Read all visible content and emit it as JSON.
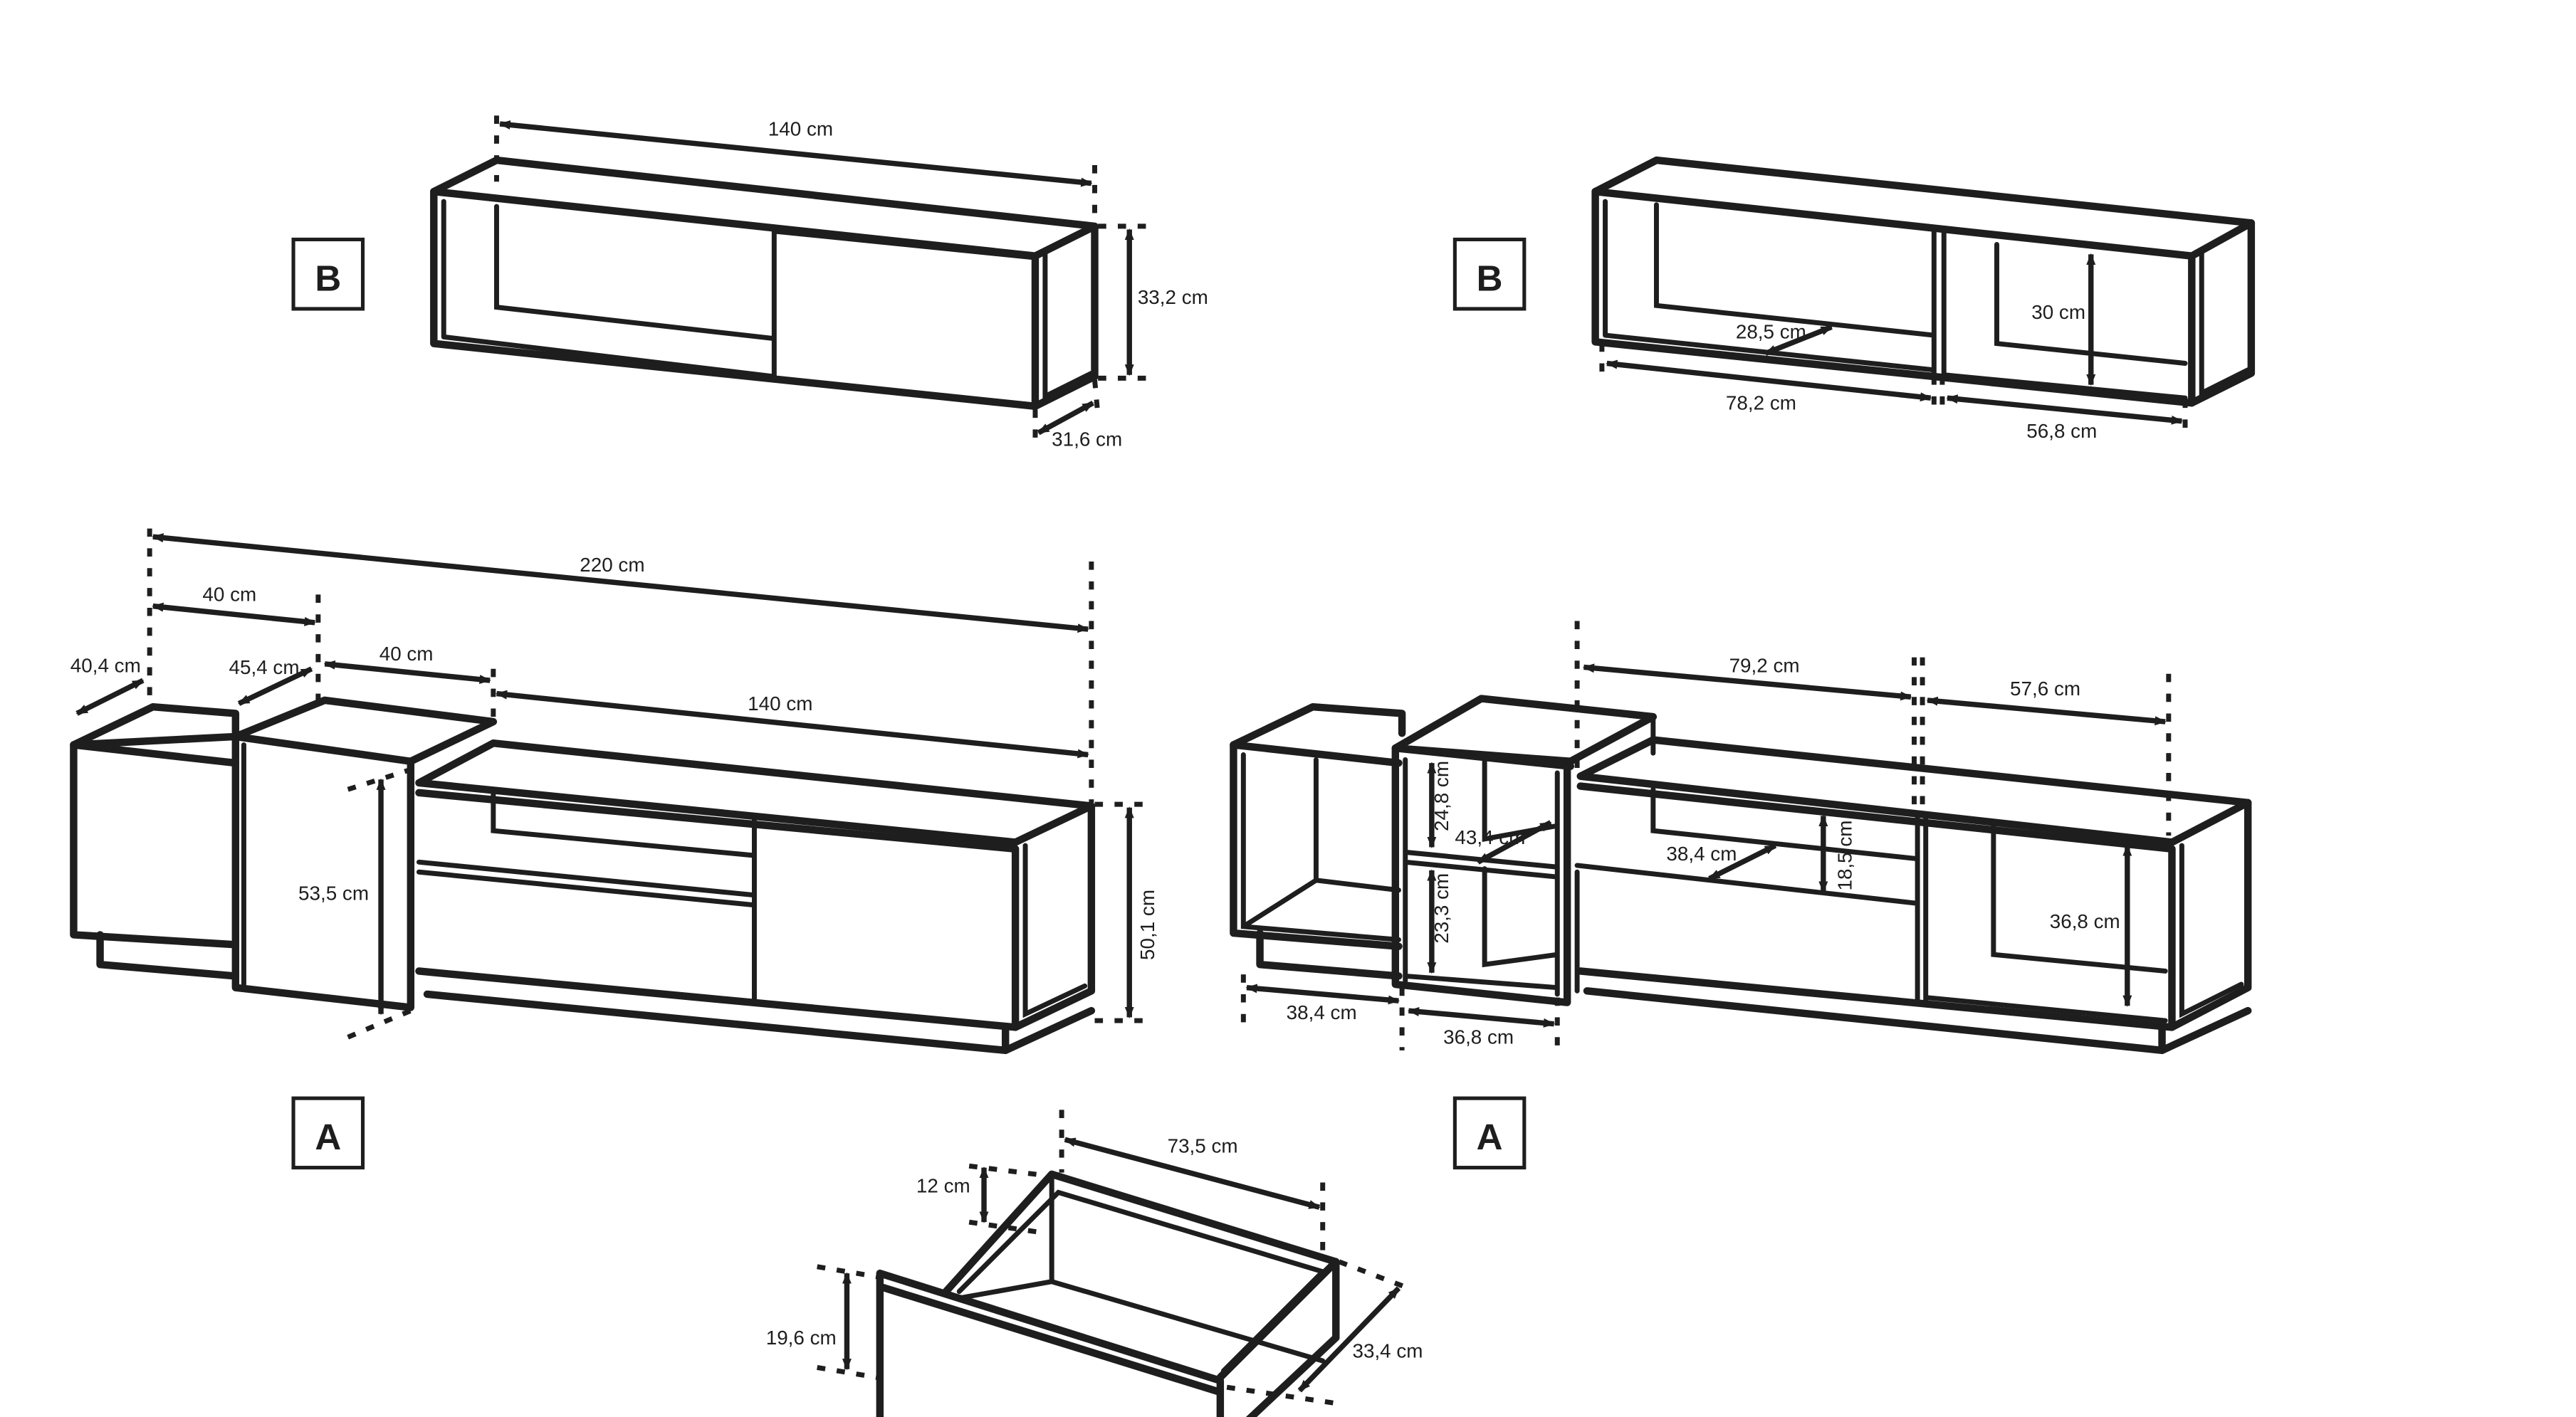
{
  "labels": {
    "top_left": "B",
    "top_right": "B",
    "bottom_left": "A",
    "bottom_right": "A"
  },
  "dims": {
    "b_front_width": "140 cm",
    "b_front_height": "33,2 cm",
    "b_front_depth": "31,6 cm",
    "b_back_depth": "28,5 cm",
    "b_back_height": "30 cm",
    "b_back_left_w": "78,2 cm",
    "b_back_right_w": "56,8 cm",
    "a_total": "220 cm",
    "a_mod1_w": "40 cm",
    "a_mod1_d": "40,4 cm",
    "a_mod2_d": "45,4 cm",
    "a_mod2_w": "40 cm",
    "a_main_w": "140 cm",
    "a_mod2_h": "53,5 cm",
    "a_main_h": "50,1 cm",
    "a2_left_w": "79,2 cm",
    "a2_right_w": "57,6 cm",
    "a2_shelf_h1": "24,8 cm",
    "a2_shelf_d": "43,4 cm",
    "a2_shelf_h2": "23,3 cm",
    "a2_open_d": "38,4 cm",
    "a2_open_h": "18,5 cm",
    "a2_right_h": "36,8 cm",
    "a2_bottom_w1": "38,4 cm",
    "a2_bottom_w2": "36,8 cm",
    "drawer_len": "73,5 cm",
    "drawer_inner_h": "12 cm",
    "drawer_front_h": "19,6 cm",
    "drawer_depth": "33,4 cm"
  }
}
